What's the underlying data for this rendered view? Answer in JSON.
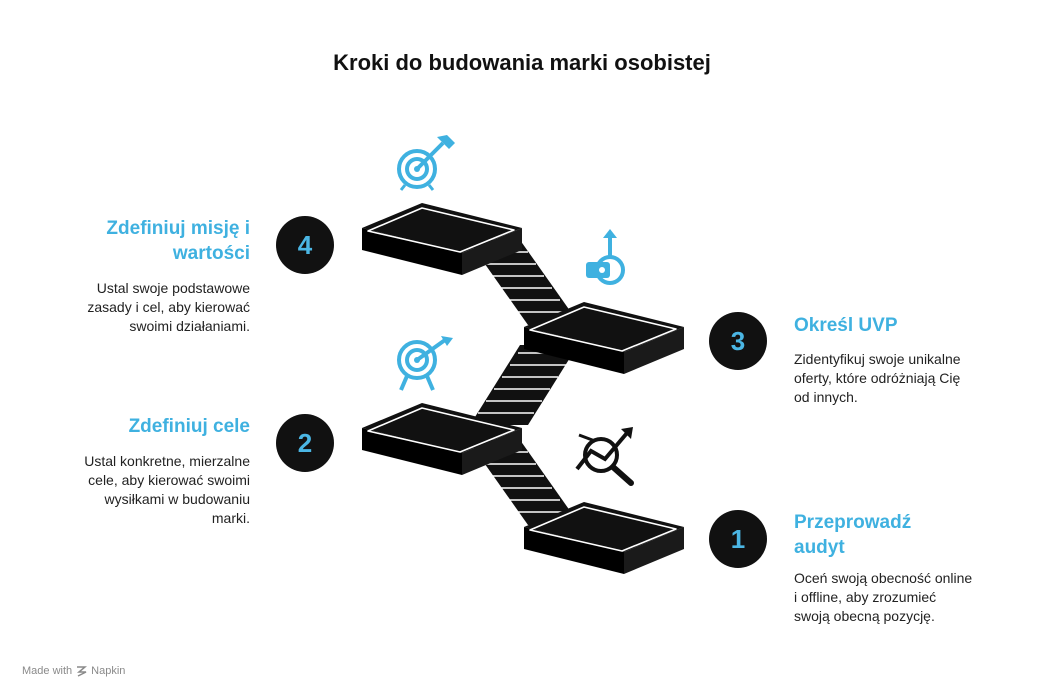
{
  "title": "Kroki do budowania marki osobistej",
  "steps": [
    {
      "number": "1",
      "heading": "Przeprowadź audyt",
      "description": "Oceń swoją obecność online i offline, aby zrozumieć swoją obecną pozycję.",
      "icon": "chart-analysis-icon"
    },
    {
      "number": "2",
      "heading": "Zdefiniuj cele",
      "description": "Ustal konkretne, mierzalne cele, aby kierować swoimi wysiłkami w budowaniu marki.",
      "icon": "target-arrow-icon"
    },
    {
      "number": "3",
      "heading": "Określ UVP",
      "description": "Zidentyfikuj swoje unikalne oferty, które odróżniają Cię od innych.",
      "icon": "unique-offer-icon"
    },
    {
      "number": "4",
      "heading": "Zdefiniuj misję i wartości",
      "description": "Ustal swoje podstawowe zasady i cel, aby kierować swoimi działaniami.",
      "icon": "target-dart-icon"
    }
  ],
  "footer": {
    "prefix": "Made with",
    "brand": "Napkin"
  },
  "colors": {
    "accent": "#3fb1e0",
    "dark": "#111111"
  }
}
